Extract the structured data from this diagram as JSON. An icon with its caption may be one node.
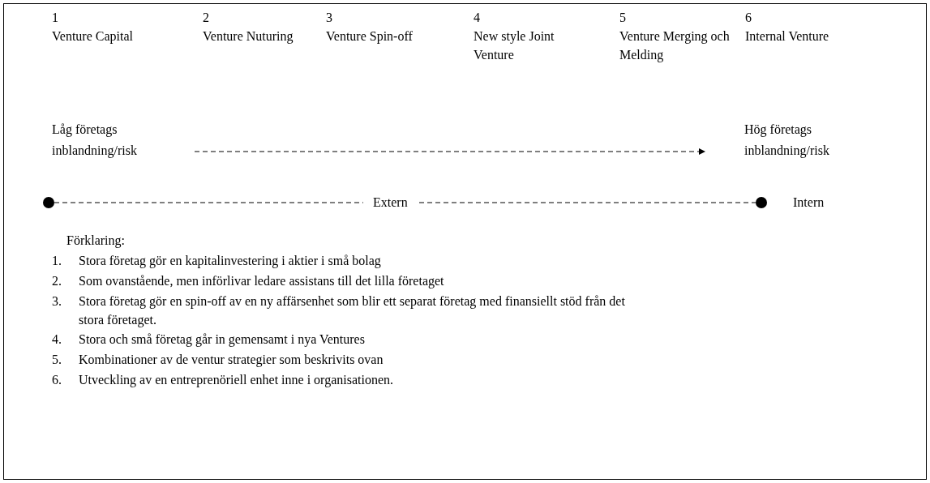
{
  "diagram": {
    "nodes": [
      {
        "text": [
          "Låg företags inblandning/risk"
        ]
      },
      {
        "text": [
          "Hög företags inblandning/risk"
        ]
      },
      {
        "text": [],
        "shape": "circle"
      },
      {
        "text": [],
        "shape": "circle",
        "beside": [
          "Intern"
        ]
      }
    ],
    "edges": [
      {
        "from": 0,
        "to": 1,
        "arrow": "to",
        "style": "dashed"
      },
      {
        "from": 2,
        "to": 3,
        "arrow": "none",
        "style": "dashed",
        "label": "Extern"
      }
    ],
    "labels": [
      "1",
      "Venture Capital",
      "2",
      "Venture Nuturing",
      "3",
      "Venture Spin-off",
      "4",
      "New style Joint Venture",
      "5",
      "Venture Merging och Melding",
      "6",
      "Internal Venture",
      "Förklaring:",
      "1.",
      "Stora företag gör en kapitalinvestering i aktier i små bolag",
      "2.",
      "Som ovanstående, men införlivar ledare assistans till det lilla företaget",
      "3.",
      "Stora företag gör en spin-off av en ny affärsenhet som blir ett separat företag med finansiellt stöd från det stora företaget.",
      "4.",
      "Stora och små företag går in gemensamt i nya Ventures",
      "5.",
      "Kombinationer av de ventur strategier som beskrivits ovan",
      "6.",
      "Utveckling av en entreprenöriell enhet inne i organisationen."
    ]
  }
}
